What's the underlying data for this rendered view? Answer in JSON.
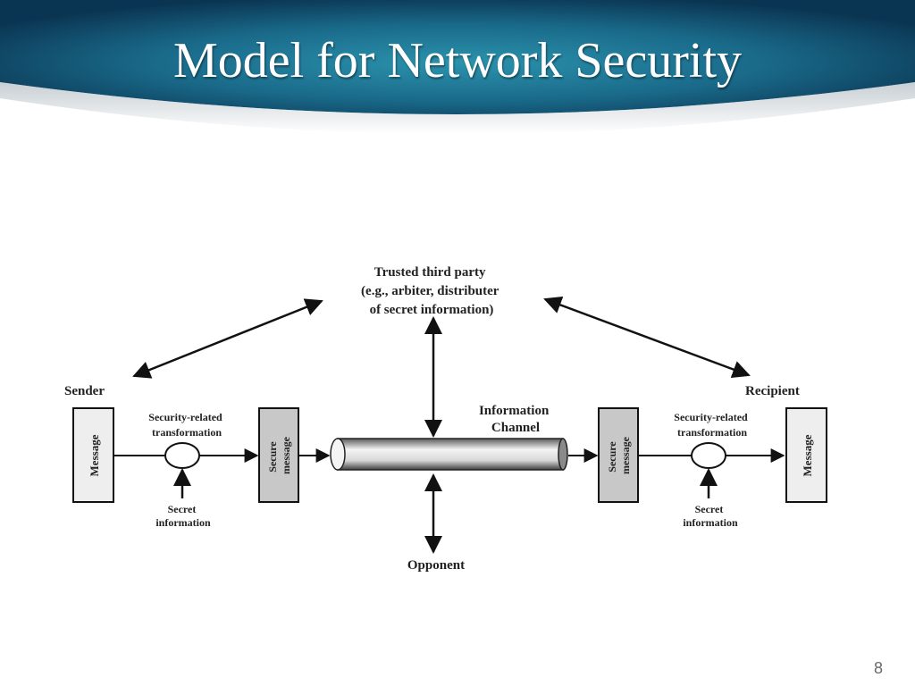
{
  "slide": {
    "title": "Model for Network Security",
    "page_number": "8"
  },
  "diagram": {
    "trusted_party": [
      "Trusted third party",
      "(e.g., arbiter, distributer",
      "of secret information)"
    ],
    "sender": "Sender",
    "recipient": "Recipient",
    "transform_left": [
      "Security-related",
      "transformation"
    ],
    "transform_right": [
      "Security-related",
      "transformation"
    ],
    "message_left": "Message",
    "message_right": "Message",
    "secure_left": [
      "Secure",
      "message"
    ],
    "secure_right": [
      "Secure",
      "message"
    ],
    "channel": [
      "Information",
      "Channel"
    ],
    "secret_left": [
      "Secret",
      "information"
    ],
    "secret_right": [
      "Secret",
      "information"
    ],
    "opponent": "Opponent"
  },
  "colors": {
    "banner_dark": "#0a3552",
    "banner_light": "#2b93ad",
    "shaded_box": "#c8c8c8"
  }
}
